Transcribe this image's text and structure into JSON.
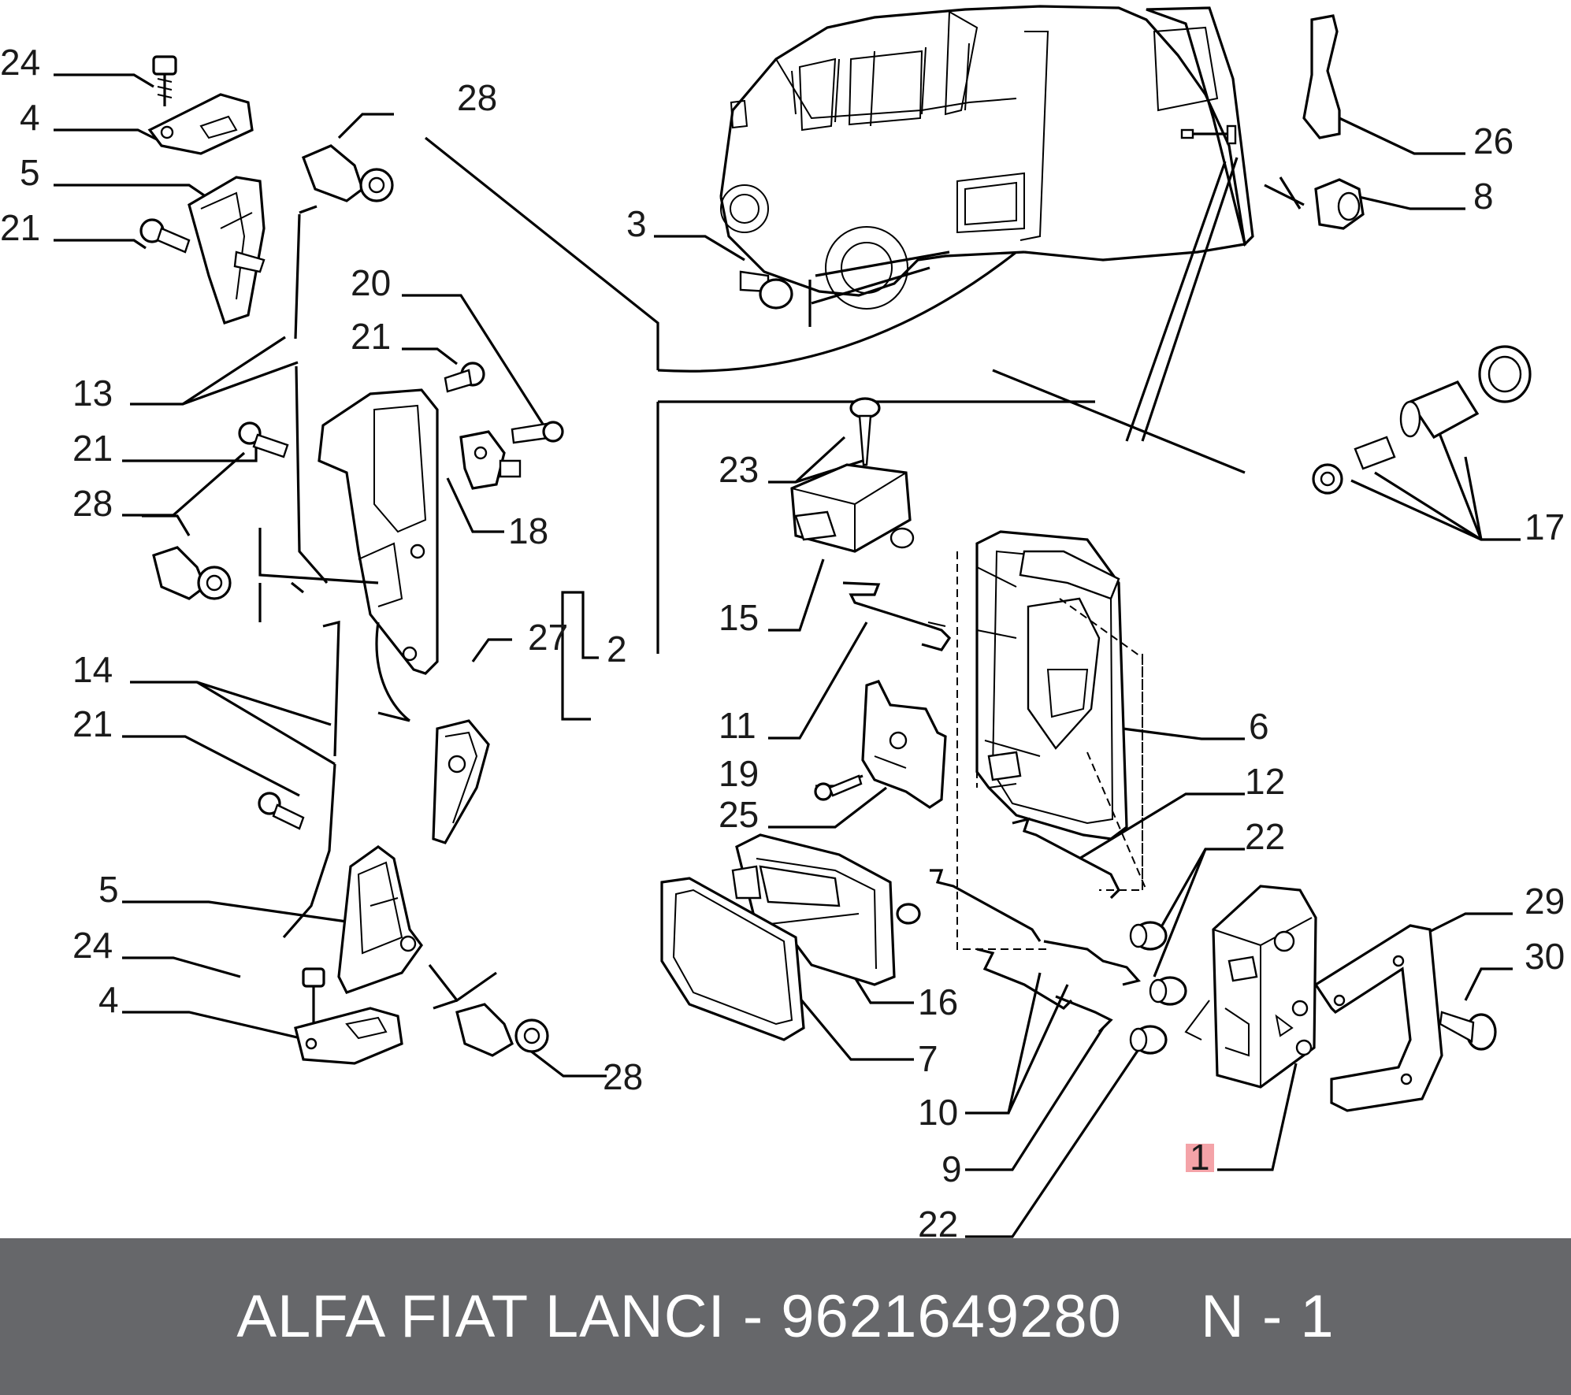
{
  "diagram": {
    "callouts": [
      "24",
      "4",
      "5",
      "21",
      "28",
      "13",
      "20",
      "21",
      "21",
      "18",
      "28",
      "27",
      "2",
      "14",
      "21",
      "5",
      "24",
      "4",
      "28",
      "3",
      "26",
      "8",
      "17",
      "23",
      "15",
      "11",
      "19",
      "25",
      "6",
      "12",
      "22",
      "16",
      "7",
      "10",
      "9",
      "22",
      "1",
      "29",
      "30"
    ],
    "highlighted_callout": "1",
    "highlight_color": "#f4a3a8"
  },
  "footer": {
    "part_label": "ALFA FIAT LANCI - 9621649280",
    "page_label": "N - 1",
    "background": "#66676a",
    "text_color": "#ffffff"
  }
}
